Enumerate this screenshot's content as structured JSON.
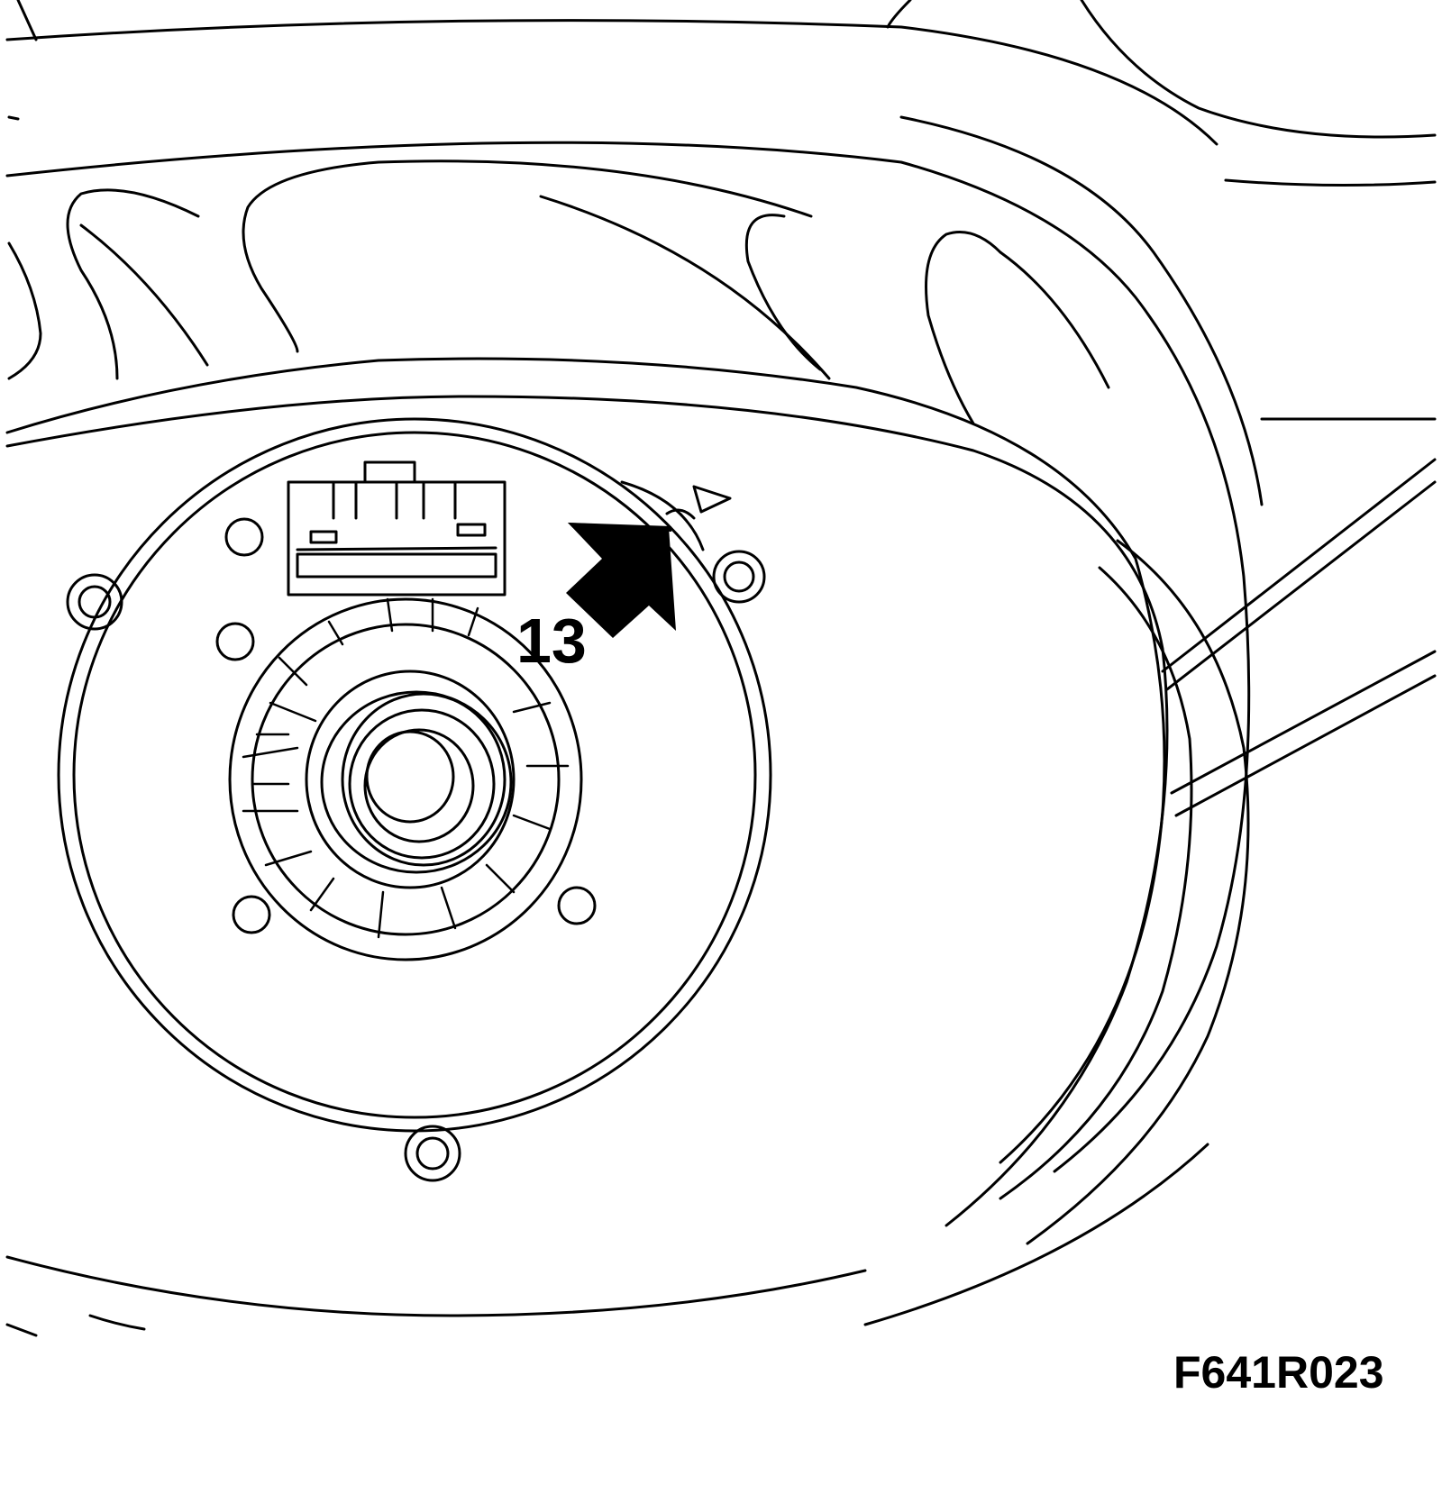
{
  "callouts": [
    {
      "id": "part-13",
      "label": "13"
    }
  ],
  "figure_code": "F641R023",
  "colors": {
    "ink": "#000000",
    "paper": "#ffffff"
  },
  "icons": [
    "arrow-icon",
    "triangle-marker-icon"
  ]
}
